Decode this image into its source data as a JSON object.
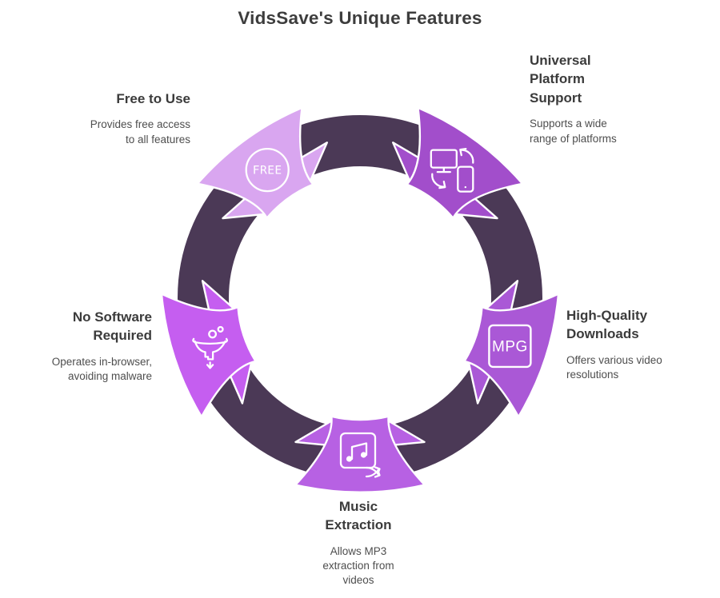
{
  "title": "VidsSave's Unique Features",
  "diagram": {
    "ring_color": "#4b3956",
    "outline_color": "#ffffff"
  },
  "features": [
    {
      "id": "free-to-use",
      "angle": -36,
      "color": "#d9a6f0",
      "icon": "free-badge-icon",
      "icon_label": "FREE",
      "heading": "Free to Use",
      "description": "Provides free access\nto all features"
    },
    {
      "id": "universal-platform-support",
      "angle": 36,
      "color": "#a24ecb",
      "icon": "device-sync-icon",
      "icon_label": "",
      "heading": "Universal\nPlatform\nSupport",
      "description": "Supports a wide\nrange of platforms"
    },
    {
      "id": "high-quality-downloads",
      "angle": 108,
      "color": "#aa58d6",
      "icon": "mpg-file-icon",
      "icon_label": "MPG",
      "heading": "High-Quality\nDownloads",
      "description": "Offers various video\nresolutions"
    },
    {
      "id": "music-extraction",
      "angle": 180,
      "color": "#b761e3",
      "icon": "music-shuffle-icon",
      "icon_label": "",
      "heading": "Music\nExtraction",
      "description": "Allows MP3\nextraction from\nvideos"
    },
    {
      "id": "no-software-required",
      "angle": 252,
      "color": "#c55ef0",
      "icon": "funnel-filter-icon",
      "icon_label": "",
      "heading": "No Software\nRequired",
      "description": "Operates in-browser,\navoiding malware"
    }
  ]
}
